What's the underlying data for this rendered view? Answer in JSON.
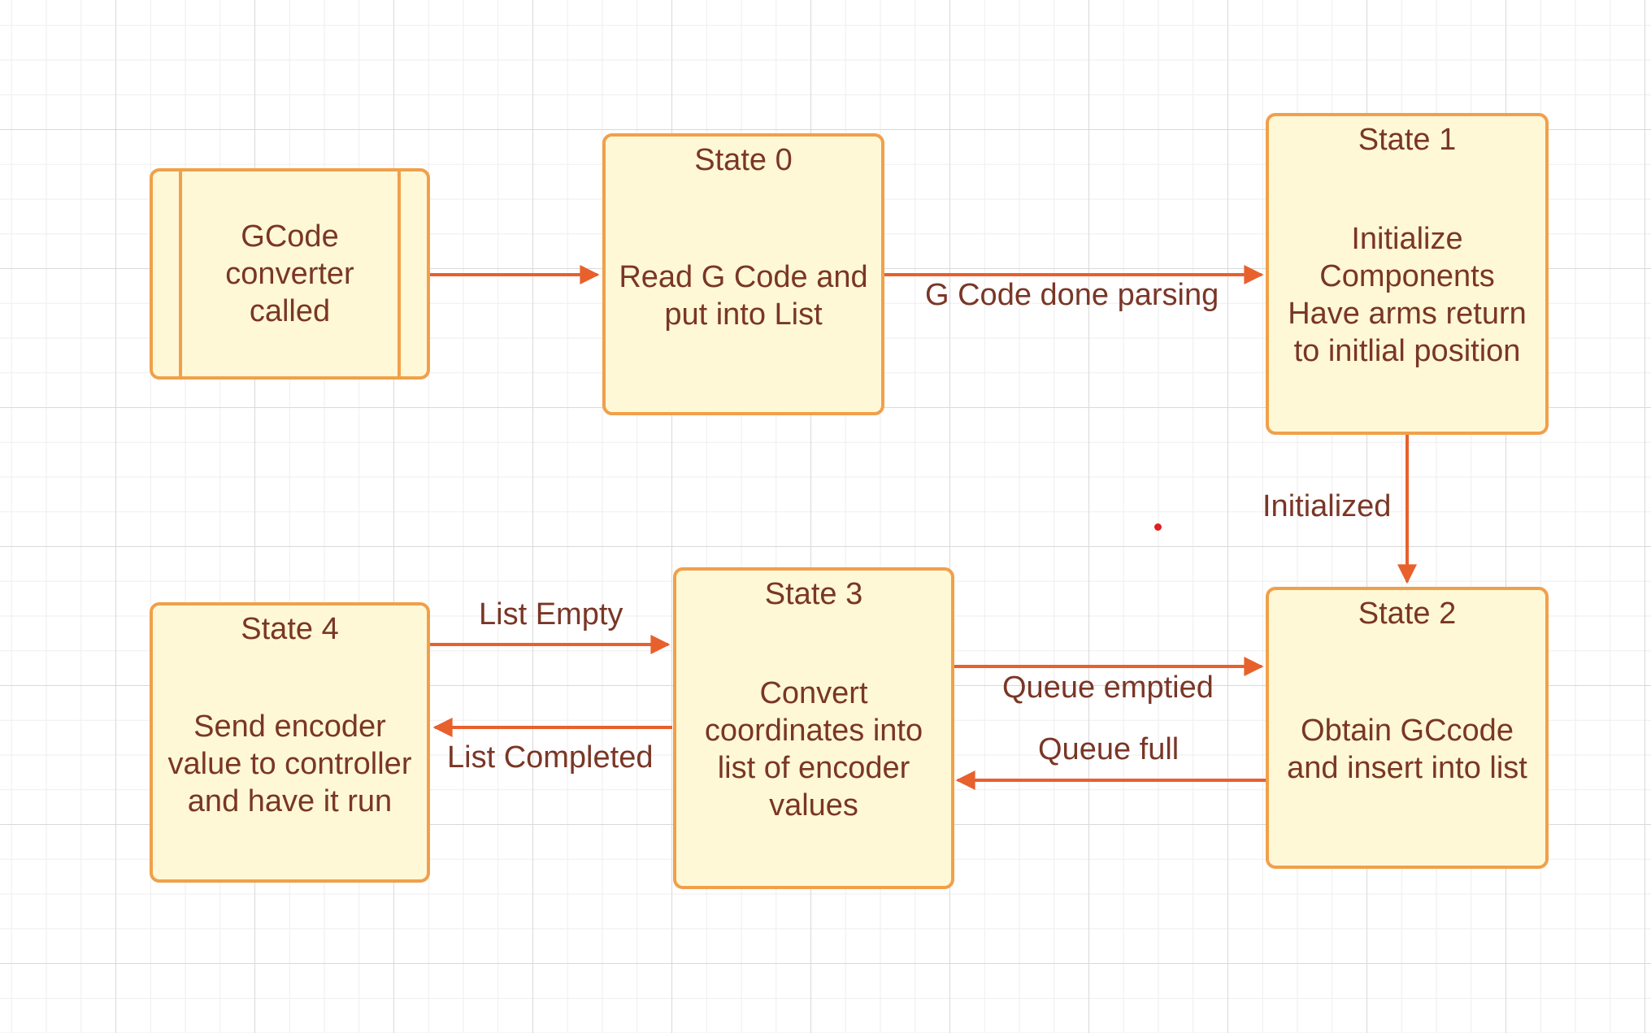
{
  "colors": {
    "node_fill": "#fff8d6",
    "node_border": "#f0a04b",
    "text": "#7a3626",
    "arrow": "#e8602c"
  },
  "nodes": {
    "start": {
      "text": "GCode\nconverter\ncalled"
    },
    "state0": {
      "title": "State 0",
      "body": "Read G Code and\nput into List"
    },
    "state1": {
      "title": "State 1",
      "body": "Initialize\nComponents\nHave arms return\nto initlial position"
    },
    "state2": {
      "title": "State 2",
      "body": "Obtain GCcode\nand insert into list"
    },
    "state3": {
      "title": "State 3",
      "body": "Convert\ncoordinates into\nlist of encoder\nvalues"
    },
    "state4": {
      "title": "State 4",
      "body": "Send encoder\nvalue to controller\nand have it run"
    }
  },
  "edges": {
    "start_to_state0": {
      "label": ""
    },
    "state0_to_state1": {
      "label": "G Code done parsing"
    },
    "state1_to_state2": {
      "label": "Initialized"
    },
    "state3_to_state2": {
      "label": "Queue emptied"
    },
    "state2_to_state3": {
      "label": "Queue full"
    },
    "state4_to_state3": {
      "label": "List Empty"
    },
    "state3_to_state4": {
      "label": "List Completed"
    }
  }
}
